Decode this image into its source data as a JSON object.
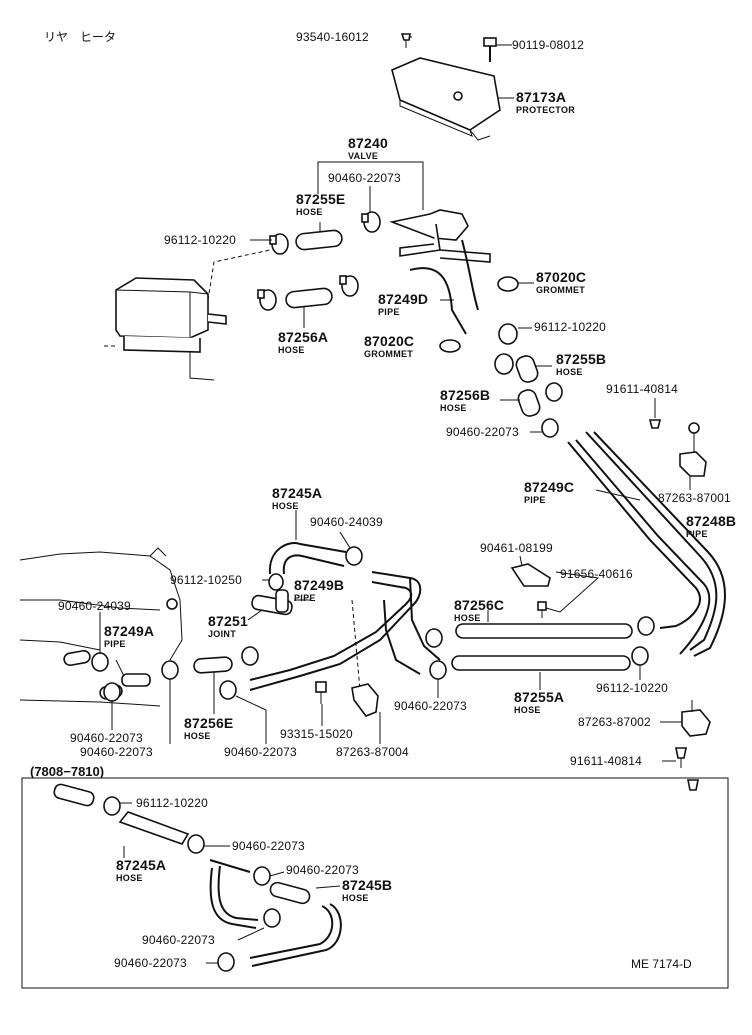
{
  "title": "リヤ　ヒータ",
  "inset_label": "(7808−7810)",
  "reference": "ME 7174-D",
  "labels": {
    "l93540": {
      "num": "93540-16012"
    },
    "l90119": {
      "num": "90119-08012"
    },
    "l87173A": {
      "num": "87173A",
      "sub": "PROTECTOR"
    },
    "l87240": {
      "num": "87240",
      "sub": "VALVE"
    },
    "l90460a": {
      "num": "90460-22073"
    },
    "l87255E": {
      "num": "87255E",
      "sub": "HOSE"
    },
    "l96112a": {
      "num": "96112-10220"
    },
    "l87020C1": {
      "num": "87020C",
      "sub": "GROMMET"
    },
    "l87249D": {
      "num": "87249D",
      "sub": "PIPE"
    },
    "l87256A": {
      "num": "87256A",
      "sub": "HOSE"
    },
    "l87020C2": {
      "num": "87020C",
      "sub": "GROMMET"
    },
    "l96112b": {
      "num": "96112-10220"
    },
    "l87255B": {
      "num": "87255B",
      "sub": "HOSE"
    },
    "l91611a": {
      "num": "91611-40814"
    },
    "l87256B": {
      "num": "87256B",
      "sub": "HOSE"
    },
    "l90460b": {
      "num": "90460-22073"
    },
    "l87249C": {
      "num": "87249C",
      "sub": "PIPE"
    },
    "l87263a": {
      "num": "87263-87001"
    },
    "l87248B": {
      "num": "87248B",
      "sub": "PIPE"
    },
    "l87245A1": {
      "num": "87245A",
      "sub": "HOSE"
    },
    "l90460c": {
      "num": "90460-24039"
    },
    "l90461": {
      "num": "90461-08199"
    },
    "l96112c": {
      "num": "96112-10250"
    },
    "l87249B": {
      "num": "87249B",
      "sub": "PIPE"
    },
    "l91656": {
      "num": "91656-40616"
    },
    "l90460d": {
      "num": "90460-24039"
    },
    "l87249A": {
      "num": "87249A",
      "sub": "PIPE"
    },
    "l87251": {
      "num": "87251",
      "sub": "JOINT"
    },
    "l87256C": {
      "num": "87256C",
      "sub": "HOSE"
    },
    "l96112d": {
      "num": "96112-10220"
    },
    "l90460e": {
      "num": "90460-22073"
    },
    "l87255A": {
      "num": "87255A",
      "sub": "HOSE"
    },
    "l87263b": {
      "num": "87263-87002"
    },
    "l90460f": {
      "num": "90460-22073"
    },
    "l87256E": {
      "num": "87256E",
      "sub": "HOSE"
    },
    "l93315": {
      "num": "93315-15020"
    },
    "l90460g": {
      "num": "90460-22073"
    },
    "l90460h": {
      "num": "90460-22073"
    },
    "l87263c": {
      "num": "87263-87004"
    },
    "l91611b": {
      "num": "91611-40814"
    },
    "l96112e": {
      "num": "96112-10220"
    },
    "l90460i": {
      "num": "90460-22073"
    },
    "l87245A2": {
      "num": "87245A",
      "sub": "HOSE"
    },
    "l90460j": {
      "num": "90460-22073"
    },
    "l87245B": {
      "num": "87245B",
      "sub": "HOSE"
    },
    "l90460k": {
      "num": "90460-22073"
    },
    "l90460l": {
      "num": "90460-22073"
    }
  }
}
